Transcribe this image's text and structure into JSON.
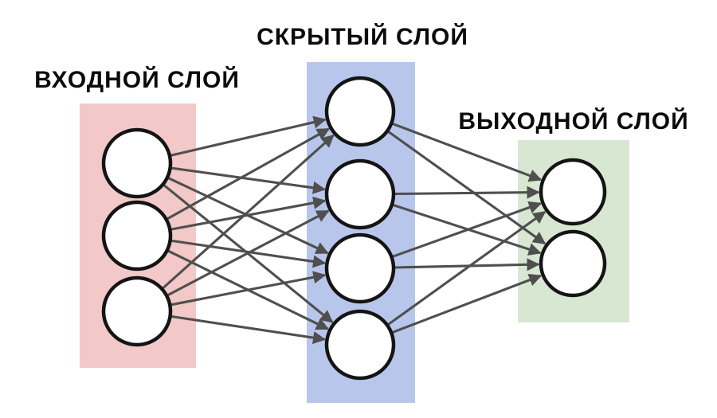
{
  "diagram": {
    "type": "neural-network",
    "background_color": "#ffffff",
    "node_fill": "#ffffff",
    "node_stroke": "#141414",
    "arrow_color": "#4f4f4f",
    "layers": [
      {
        "id": "input",
        "label": "ВХОДНОЙ СЛОЙ",
        "band_color": "#f2c8c8",
        "node_count": 3
      },
      {
        "id": "hidden",
        "label": "СКРЫТЫЙ СЛОЙ",
        "band_color": "#b9c6ec",
        "node_count": 4
      },
      {
        "id": "output",
        "label": "ВЫХОДНОЙ СЛОЙ",
        "band_color": "#d7e7d1",
        "node_count": 2
      }
    ],
    "connections": [
      {
        "from": "input",
        "to": "hidden",
        "type": "full"
      },
      {
        "from": "hidden",
        "to": "output",
        "type": "full"
      }
    ]
  }
}
